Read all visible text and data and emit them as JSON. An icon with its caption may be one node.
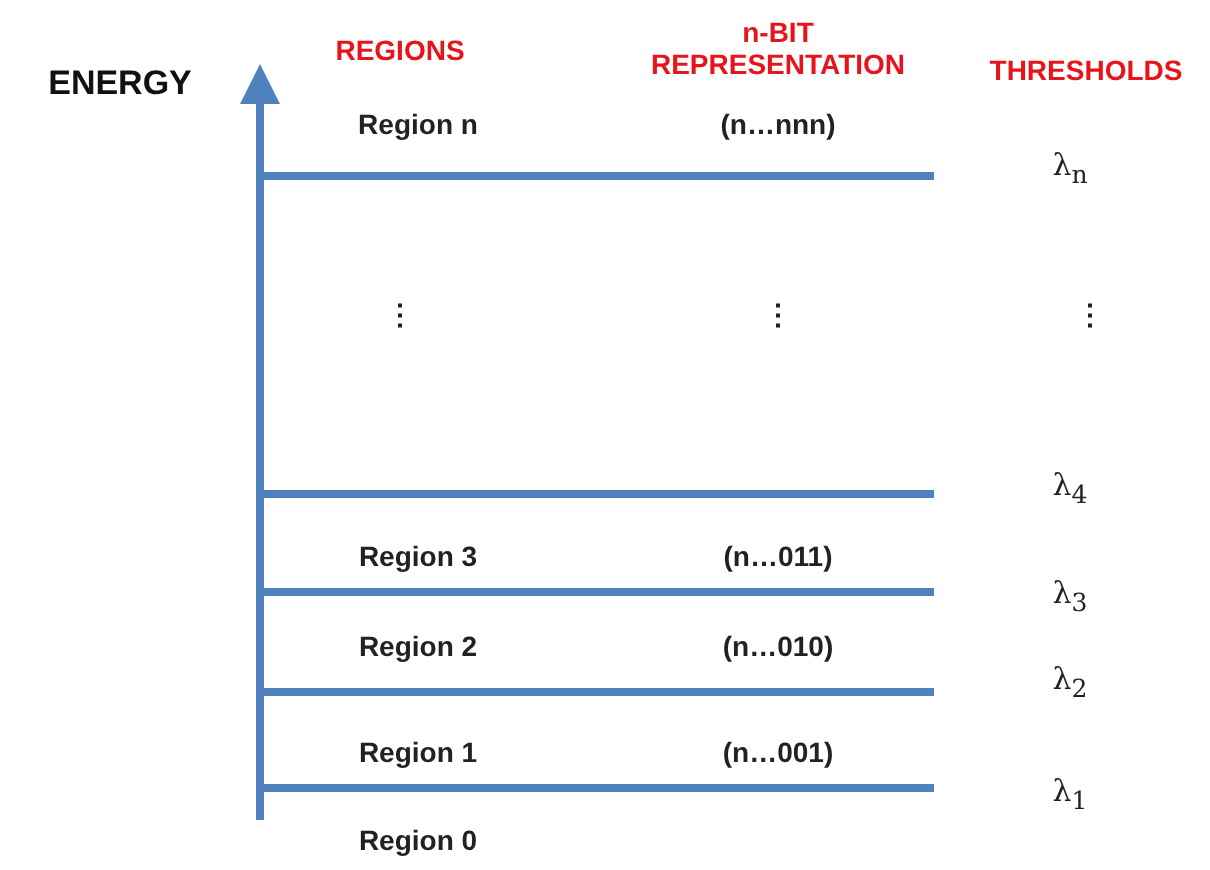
{
  "diagram": {
    "labels": [
      "ENERGY",
      "REGIONS",
      "n-BIT REPRESENTATION",
      "THRESHOLDS",
      "Region n",
      "(n…nnn)",
      "λ$_{n}$",
      "⋮",
      "⋮",
      "⋮",
      "λ$_{4}$",
      "Region 3",
      "(n…011)",
      "λ$_{3}$",
      "Region 2",
      "(n…010)",
      "λ$_{2}$",
      "Region 1",
      "(n…001)",
      "λ$_{1}$",
      "Region 0"
    ]
  }
}
